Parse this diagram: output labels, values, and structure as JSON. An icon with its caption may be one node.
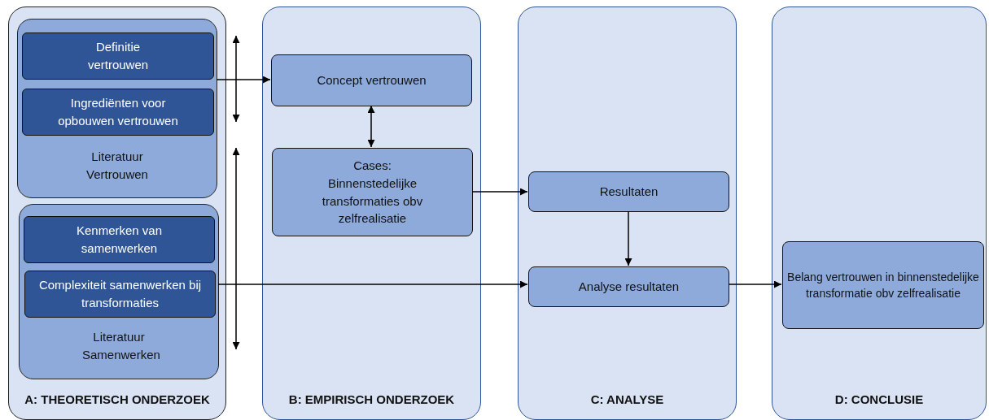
{
  "diagram": {
    "nodes": [
      {
        "text": [
          "A: THEORETISCH ONDERZOEK"
        ]
      },
      {
        "text": [
          "Literatuur Vertrouwen"
        ],
        "in": 0
      },
      {
        "text": [
          "Definitie vertrouwen"
        ],
        "in": 1
      },
      {
        "text": [
          "Ingrediënten voor opbouwen vertrouwen"
        ],
        "in": 1
      },
      {
        "text": [
          "Literatuur Samenwerken"
        ],
        "in": 0
      },
      {
        "text": [
          "Kenmerken van samenwerken"
        ],
        "in": 4
      },
      {
        "text": [
          "Complexiteit samenwerken bij transformaties"
        ],
        "in": 4
      },
      {
        "text": [
          "B: EMPIRISCH ONDERZOEK"
        ]
      },
      {
        "text": [
          "Concept vertrouwen"
        ],
        "in": 7
      },
      {
        "text": [
          "Cases: Binnenstedelijke transformaties obv zelfrealisatie"
        ],
        "in": 7
      },
      {
        "text": [
          "C: ANALYSE"
        ]
      },
      {
        "text": [
          "Resultaten"
        ],
        "in": 10
      },
      {
        "text": [
          "Analyse resultaten"
        ],
        "in": 10
      },
      {
        "text": [
          "D: CONCLUSIE"
        ]
      },
      {
        "text": [
          "Belang vertrouwen in binnenstedelijke transformatie obv zelfrealisatie"
        ],
        "in": 13
      }
    ],
    "edges": [
      {
        "from": 1,
        "to": 8,
        "arrow": "to"
      },
      {
        "from": 8,
        "to": 9,
        "arrow": "both"
      },
      {
        "from": 9,
        "to": 11,
        "arrow": "to"
      },
      {
        "from": 11,
        "to": 12,
        "arrow": "to"
      },
      {
        "from": 4,
        "to": 12,
        "arrow": "to"
      },
      {
        "from": 12,
        "to": 14,
        "arrow": "to"
      }
    ]
  }
}
